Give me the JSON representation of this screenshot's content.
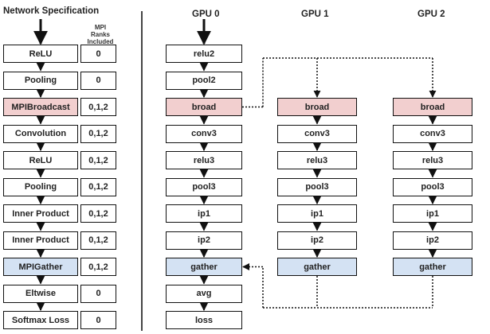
{
  "headers": {
    "spec": "Network Specification",
    "ranks": "MPI Ranks Included",
    "gpu0": "GPU 0",
    "gpu1": "GPU 1",
    "gpu2": "GPU 2"
  },
  "spec_layers": [
    {
      "name": "ReLU",
      "ranks": "0",
      "kind": "plain"
    },
    {
      "name": "Pooling",
      "ranks": "0",
      "kind": "plain"
    },
    {
      "name": "MPIBroadcast",
      "ranks": "0,1,2",
      "kind": "broadcast"
    },
    {
      "name": "Convolution",
      "ranks": "0,1,2",
      "kind": "plain"
    },
    {
      "name": "ReLU",
      "ranks": "0,1,2",
      "kind": "plain"
    },
    {
      "name": "Pooling",
      "ranks": "0,1,2",
      "kind": "plain"
    },
    {
      "name": "Inner Product",
      "ranks": "0,1,2",
      "kind": "plain"
    },
    {
      "name": "Inner Product",
      "ranks": "0,1,2",
      "kind": "plain"
    },
    {
      "name": "MPIGather",
      "ranks": "0,1,2",
      "kind": "gather"
    },
    {
      "name": "Eltwise",
      "ranks": "0",
      "kind": "plain"
    },
    {
      "name": "Softmax Loss",
      "ranks": "0",
      "kind": "plain"
    }
  ],
  "gpu0_layers": [
    "relu2",
    "pool2",
    "broad",
    "conv3",
    "relu3",
    "pool3",
    "ip1",
    "ip2",
    "gather",
    "avg",
    "loss"
  ],
  "gpu1_layers": [
    "broad",
    "conv3",
    "relu3",
    "pool3",
    "ip1",
    "ip2",
    "gather"
  ],
  "gpu2_layers": [
    "broad",
    "conv3",
    "relu3",
    "pool3",
    "ip1",
    "ip2",
    "gather"
  ],
  "colors": {
    "broadcast": "#f2cfcf",
    "gather": "#d4e2f3",
    "border": "#111111"
  }
}
